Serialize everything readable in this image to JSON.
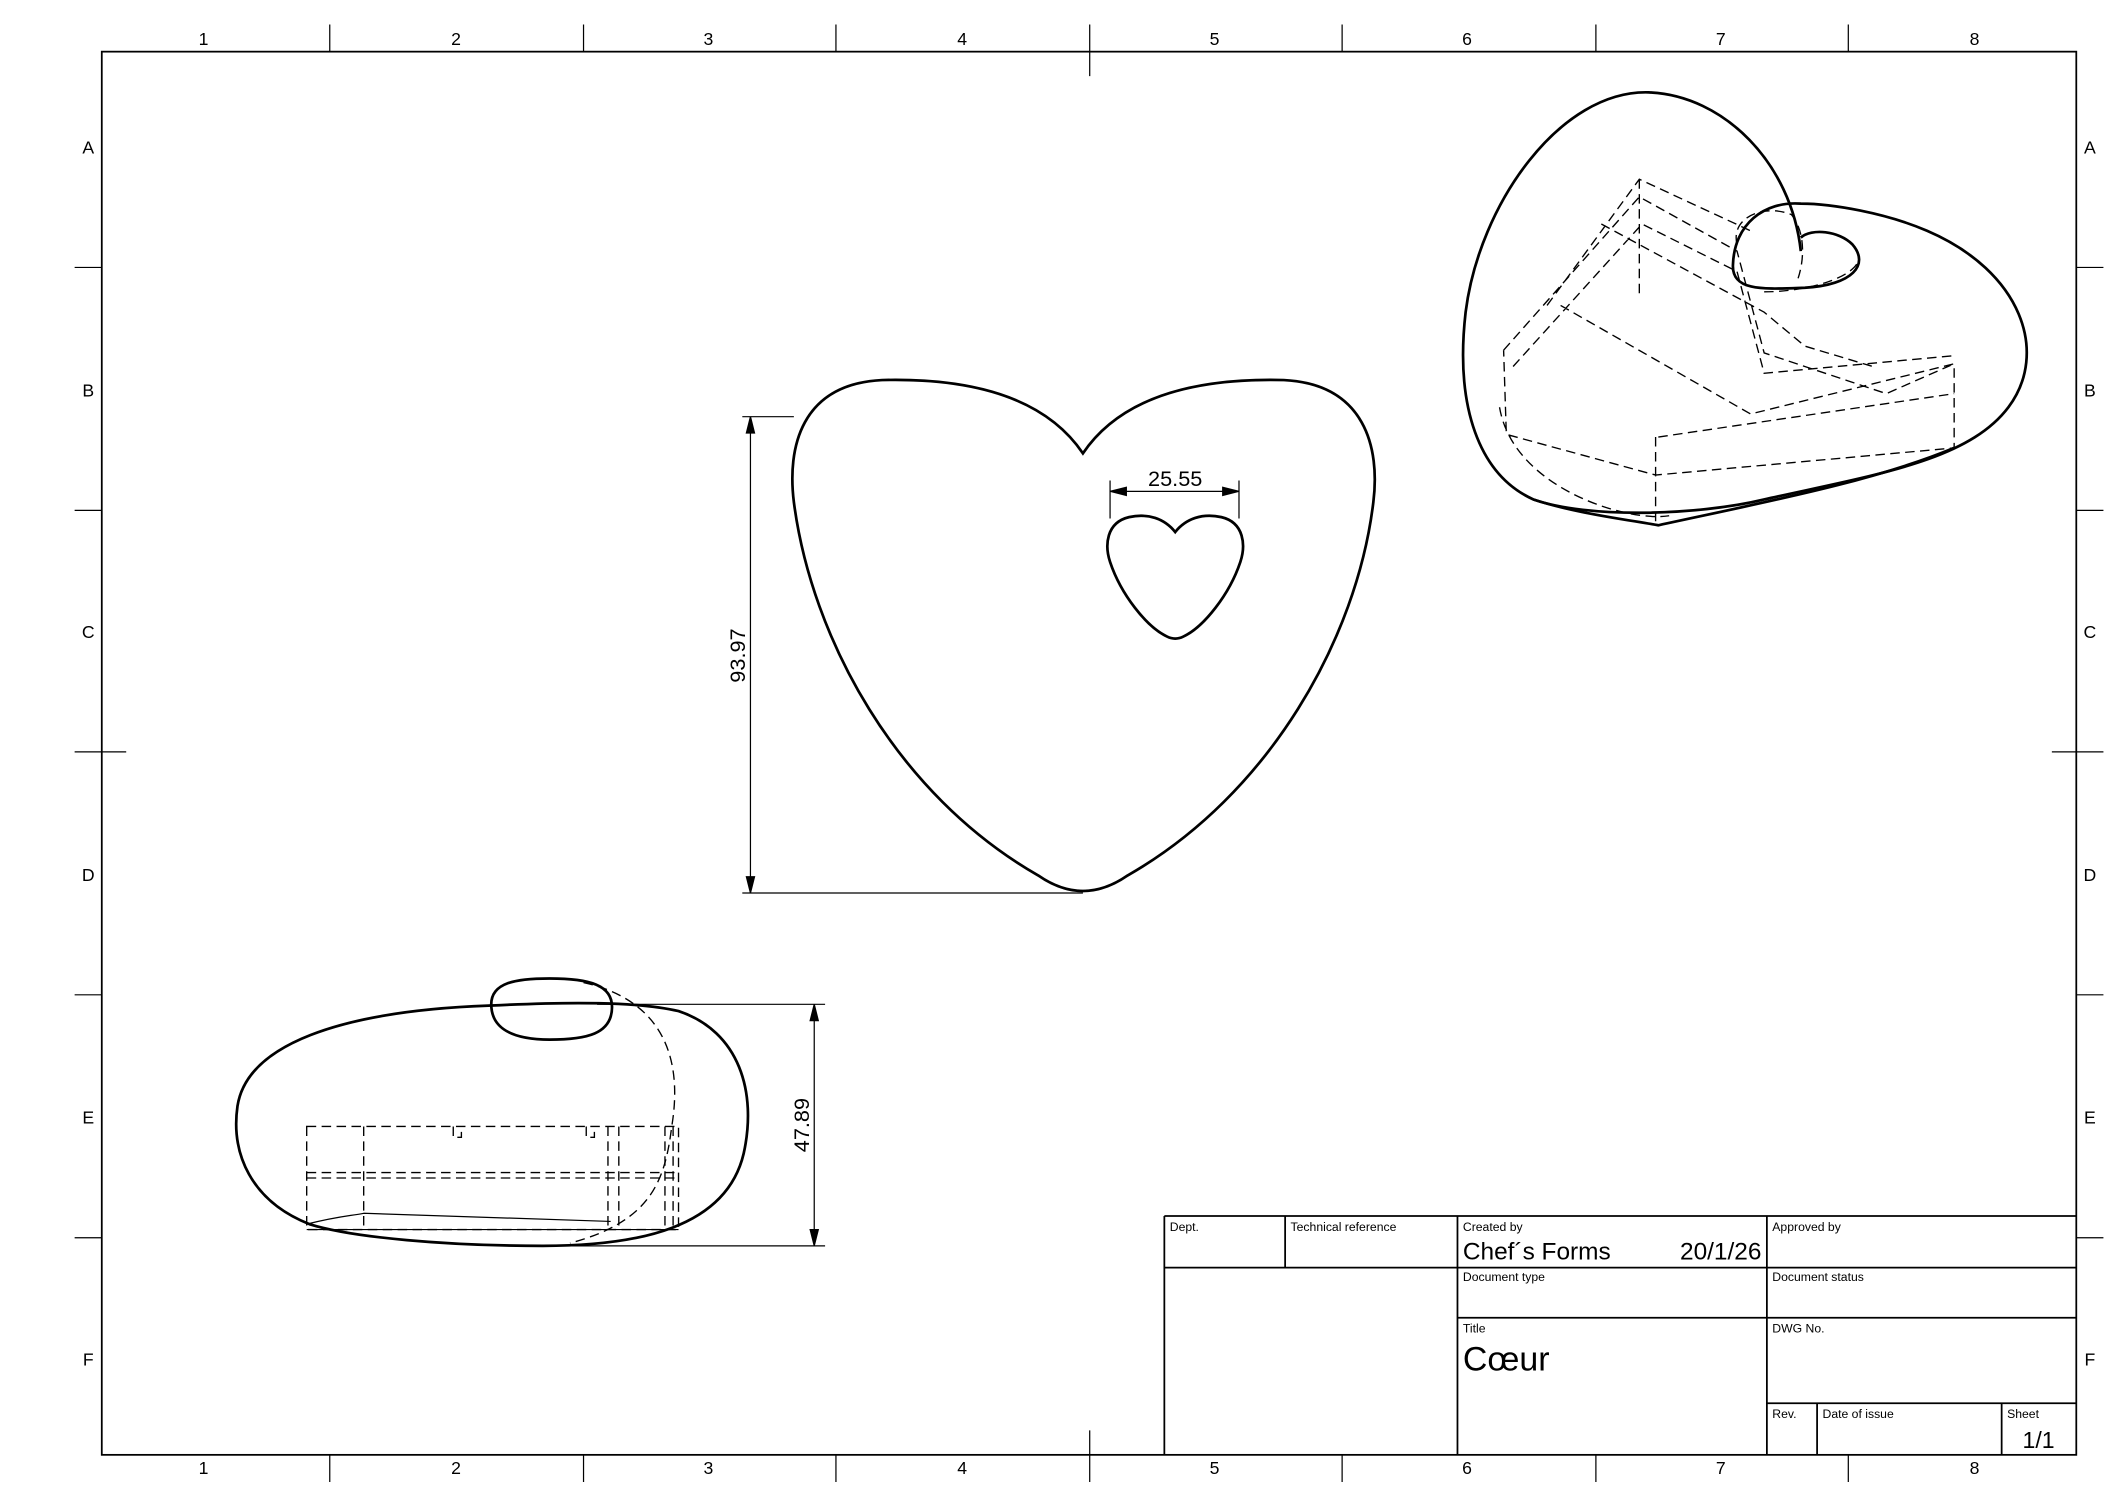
{
  "zones": {
    "columns": [
      "1",
      "2",
      "3",
      "4",
      "5",
      "6",
      "7",
      "8"
    ],
    "rows": [
      "A",
      "B",
      "C",
      "D",
      "E",
      "F"
    ]
  },
  "dimensions": {
    "front_height": "93.97",
    "inner_heart_width": "25.55",
    "side_height": "47.89"
  },
  "title_block": {
    "dept_label": "Dept.",
    "technical_reference_label": "Technical reference",
    "created_by_label": "Created by",
    "created_by_value": "Chef´s Forms",
    "created_date": "20/1/26",
    "approved_by_label": "Approved by",
    "document_type_label": "Document type",
    "document_status_label": "Document status",
    "title_label": "Title",
    "title_value": "Cœur",
    "dwg_no_label": "DWG No.",
    "rev_label": "Rev.",
    "date_of_issue_label": "Date of issue",
    "sheet_label": "Sheet",
    "sheet_value": "1/1"
  }
}
